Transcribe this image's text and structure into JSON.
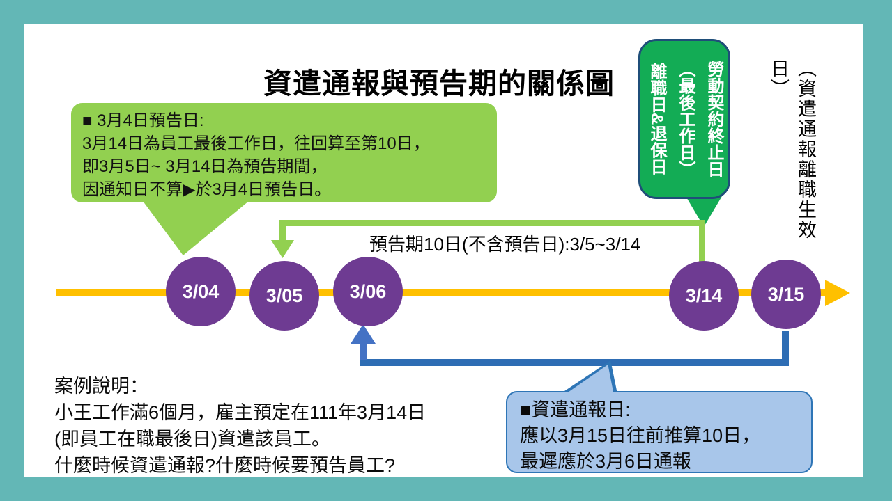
{
  "title": "資遣通報與預告期的關係圖",
  "colors": {
    "frame": "#63B7B6",
    "page": "#FFFFFF",
    "notice_callout_bg": "#92D050",
    "termination_bubble_bg": "#13AC55",
    "termination_bubble_border": "#1F4E79",
    "timeline": "#FFC000",
    "node": "#6E3B92",
    "notice_bracket": "#92D050",
    "report_bracket": "#2E6DB4",
    "report_callout_bg": "#A8C6EA",
    "report_callout_border": "#2E75B6"
  },
  "notice_callout": {
    "lines": [
      "■ 3月4日預告日:",
      "3月14日為員工最後工作日，往回算至第10日，",
      "即3月5日~ 3月14日為預告期間，",
      "因通知日不算▶於3月4日預告日。"
    ]
  },
  "termination_bubble": {
    "columns": [
      "勞動契約終止日",
      "（最後工作日）",
      "離職日&退保日"
    ]
  },
  "resignation_effective_note": "（資遣通報離職生效日）",
  "timeline": {
    "nodes": [
      {
        "label": "3/04"
      },
      {
        "label": "3/05"
      },
      {
        "label": "3/06"
      },
      {
        "label": "3/14"
      },
      {
        "label": "3/15"
      }
    ]
  },
  "notice_period_bracket": {
    "label": "預告期10日(不含預告日):3/5~3/14"
  },
  "report_callout": {
    "lines": [
      "■資遣通報日:",
      "應以3月15日往前推算10日，",
      "最遲應於3月6日通報"
    ]
  },
  "case_description": {
    "lines": [
      "案例說明：",
      "小王工作滿6個月，雇主預定在111年3月14日",
      "(即員工在職最後日)資遣該員工。",
      "什麼時候資遣通報?什麼時候要預告員工?"
    ]
  }
}
